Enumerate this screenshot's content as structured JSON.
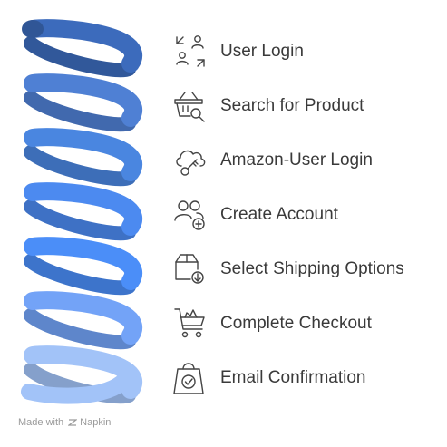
{
  "steps": [
    {
      "label": "User Login",
      "icon": "user-switch-icon"
    },
    {
      "label": "Search for Product",
      "icon": "basket-search-icon"
    },
    {
      "label": "Amazon-User Login",
      "icon": "cloud-key-icon"
    },
    {
      "label": "Create Account",
      "icon": "add-users-icon"
    },
    {
      "label": "Select Shipping Options",
      "icon": "package-download-icon"
    },
    {
      "label": "Complete Checkout",
      "icon": "shopping-cart-icon"
    },
    {
      "label": "Email Confirmation",
      "icon": "shopping-bag-check-icon"
    }
  ],
  "footer": {
    "made_with": "Made with",
    "brand": "Napkin"
  },
  "colors": {
    "coil_gradient": [
      "#3c6bbc",
      "#4f80d4",
      "#4a86e0",
      "#4c8af0",
      "#4b8ef8",
      "#73a3f7",
      "#a2c3f8"
    ],
    "text": "#3a3a3a",
    "icon_stroke": "#444444"
  }
}
